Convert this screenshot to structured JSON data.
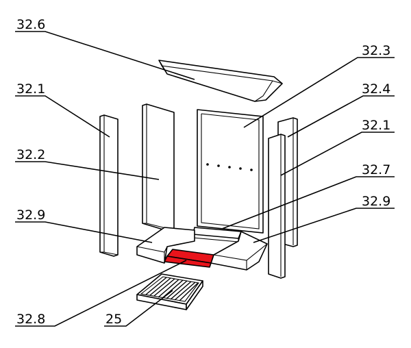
{
  "diagram": {
    "labels": {
      "l_32_6": "32.6",
      "l_32_3": "32.3",
      "l_32_1_left": "32.1",
      "l_32_4": "32.4",
      "l_32_1_right": "32.1",
      "l_32_2": "32.2",
      "l_32_7": "32.7",
      "l_32_9_left": "32.9",
      "l_32_9_right": "32.9",
      "l_32_8": "32.8",
      "l_25": "25"
    },
    "colors": {
      "line": "#000000",
      "highlight": "#e8141b",
      "background": "#ffffff"
    }
  }
}
